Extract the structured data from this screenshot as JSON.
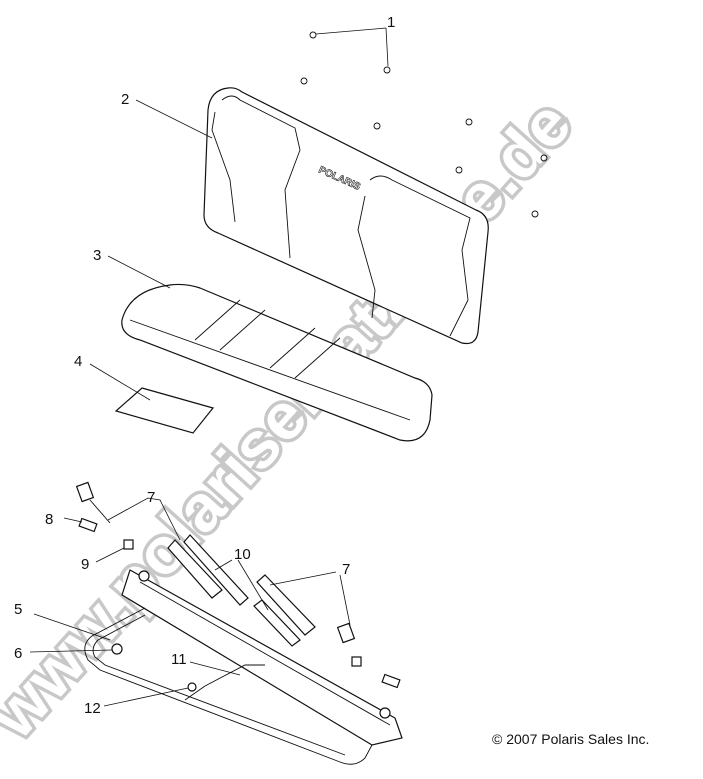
{
  "watermark": "www.polarisersatzteile.de",
  "logo_text": "POLARIS",
  "copyright": "© 2007 Polaris Sales Inc.",
  "callouts": [
    "1",
    "2",
    "3",
    "4",
    "5",
    "6",
    "7",
    "7",
    "8",
    "9",
    "10",
    "11",
    "12"
  ]
}
